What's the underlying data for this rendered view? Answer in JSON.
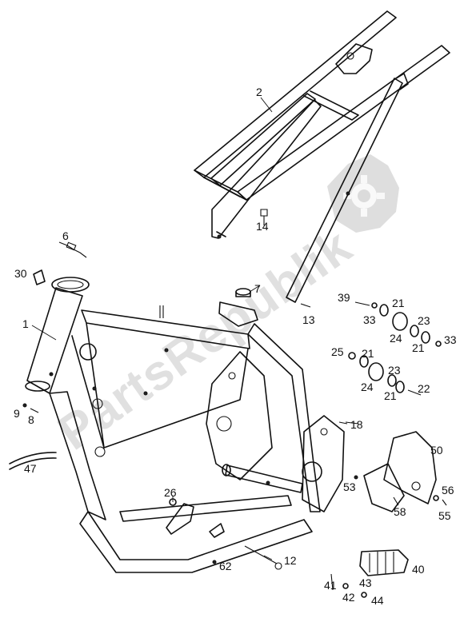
{
  "watermark": {
    "text": "PartsRepublik",
    "icon": "gear-icon"
  },
  "callouts": [
    {
      "id": "c1",
      "label": "1"
    },
    {
      "id": "c2",
      "label": "2"
    },
    {
      "id": "c6",
      "label": "6"
    },
    {
      "id": "c7",
      "label": "7"
    },
    {
      "id": "c8",
      "label": "8"
    },
    {
      "id": "c9",
      "label": "9"
    },
    {
      "id": "c12",
      "label": "12"
    },
    {
      "id": "c13",
      "label": "13"
    },
    {
      "id": "c14",
      "label": "14"
    },
    {
      "id": "c18",
      "label": "18"
    },
    {
      "id": "c21a",
      "label": "21"
    },
    {
      "id": "c21b",
      "label": "21"
    },
    {
      "id": "c21c",
      "label": "21"
    },
    {
      "id": "c21d",
      "label": "21"
    },
    {
      "id": "c22",
      "label": "22"
    },
    {
      "id": "c23a",
      "label": "23"
    },
    {
      "id": "c23b",
      "label": "23"
    },
    {
      "id": "c24a",
      "label": "24"
    },
    {
      "id": "c24b",
      "label": "24"
    },
    {
      "id": "c25",
      "label": "25"
    },
    {
      "id": "c26",
      "label": "26"
    },
    {
      "id": "c30",
      "label": "30"
    },
    {
      "id": "c33a",
      "label": "33"
    },
    {
      "id": "c33b",
      "label": "33"
    },
    {
      "id": "c39",
      "label": "39"
    },
    {
      "id": "c40",
      "label": "40"
    },
    {
      "id": "c41",
      "label": "41"
    },
    {
      "id": "c42",
      "label": "42"
    },
    {
      "id": "c43",
      "label": "43"
    },
    {
      "id": "c44",
      "label": "44"
    },
    {
      "id": "c47",
      "label": "47"
    },
    {
      "id": "c50",
      "label": "50"
    },
    {
      "id": "c53",
      "label": "53"
    },
    {
      "id": "c55",
      "label": "55"
    },
    {
      "id": "c56",
      "label": "56"
    },
    {
      "id": "c58",
      "label": "58"
    },
    {
      "id": "c62",
      "label": "62"
    }
  ]
}
